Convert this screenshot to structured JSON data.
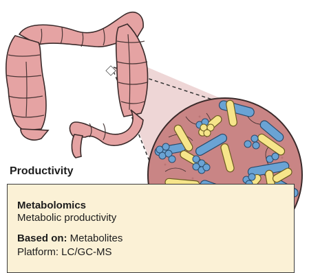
{
  "section": {
    "title": "Productivity"
  },
  "panel": {
    "heading": "Metabolomics",
    "subtitle": "Metabolic productivity",
    "based_on_label": "Based on:",
    "based_on_value": " Metabolites",
    "platform_partial": "Platform: LC/GC-MS"
  },
  "colors": {
    "colon": "#e5a3a3",
    "colon_shadow": "#c77d7d",
    "magnified_bg": "#c98585",
    "callout": "#ebcfcf",
    "rod_yellow": "#f6e58a",
    "rod_blue": "#6aa3d4",
    "panel_bg": "#fbf1d6"
  },
  "icons": [
    "colon-illustration",
    "magnifier-callout",
    "bacteria-rod",
    "bacteria-cocci-cluster"
  ]
}
